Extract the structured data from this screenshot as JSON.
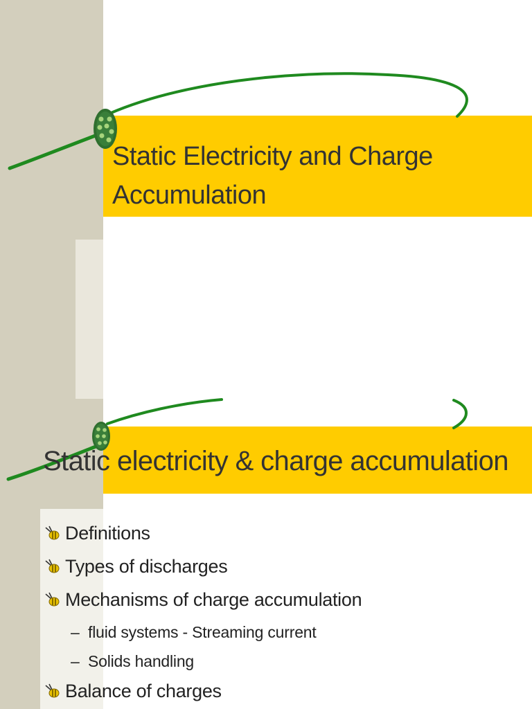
{
  "slides": [
    {
      "title": "Static Electricity and Charge Accumulation"
    },
    {
      "title": "Static electricity & charge accumulation",
      "bullets": [
        {
          "level": 1,
          "text": "Definitions"
        },
        {
          "level": 1,
          "text": "Types of discharges"
        },
        {
          "level": 1,
          "text": "Mechanisms of charge accumulation"
        },
        {
          "level": 2,
          "text": "fluid systems - Streaming current"
        },
        {
          "level": 2,
          "text": "Solids handling"
        },
        {
          "level": 1,
          "text": "Balance of charges"
        }
      ]
    }
  ],
  "theme": {
    "accent": "#ffcc00",
    "sidebar": "#d3cfbd",
    "vine": "#1f8a1f",
    "text": "#333333"
  },
  "icons": {
    "bullet": "bee-bullet-icon",
    "cable_end": "fiber-cable-end-icon"
  },
  "dash_glyph": "–"
}
